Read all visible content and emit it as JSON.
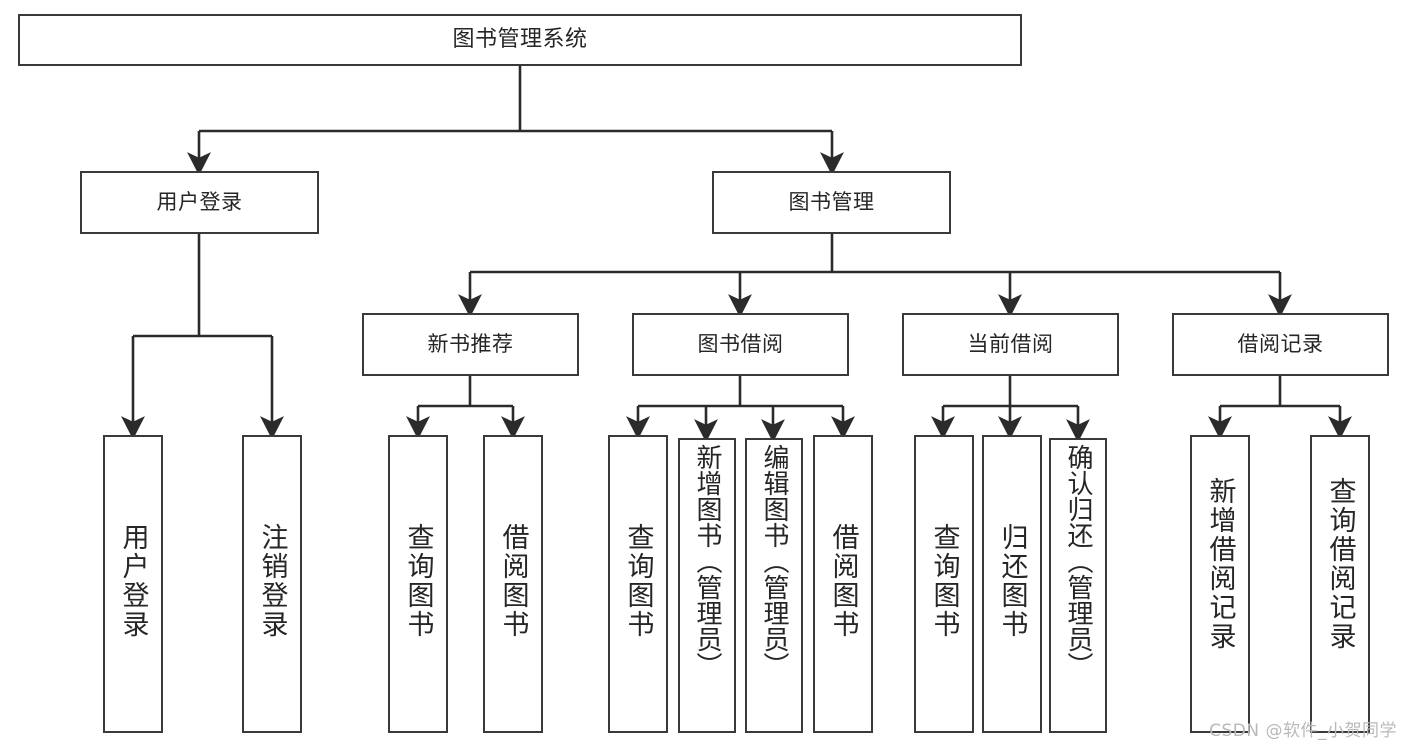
{
  "diagram": {
    "title": "图书管理系统",
    "type": "tree",
    "colors": {
      "box_border": "#3a3a3a",
      "box_fill": "#ffffff",
      "edge": "#2b2b2b",
      "text": "#262626",
      "watermark": "#b9b9b9"
    },
    "nodes": {
      "root": {
        "label": "图书管理系统"
      },
      "level2": [
        {
          "id": "user-login",
          "label": "用户登录"
        },
        {
          "id": "book-manage",
          "label": "图书管理"
        }
      ],
      "level3": [
        {
          "id": "new-book-recommend",
          "label": "新书推荐"
        },
        {
          "id": "book-borrow",
          "label": "图书借阅"
        },
        {
          "id": "current-borrow",
          "label": "当前借阅"
        },
        {
          "id": "borrow-record",
          "label": "借阅记录"
        }
      ],
      "leaves": {
        "user_login": [
          {
            "id": "leaf-user-login",
            "label": "用户登录"
          },
          {
            "id": "leaf-logout-login",
            "label": "注销登录"
          }
        ],
        "new_book_recommend": [
          {
            "id": "leaf-query-book-1",
            "label": "查询图书"
          },
          {
            "id": "leaf-borrow-book-1",
            "label": "借阅图书"
          }
        ],
        "book_borrow": [
          {
            "id": "leaf-query-book-2",
            "label": "查询图书"
          },
          {
            "id": "leaf-add-book",
            "label": "新增图书（管理员）"
          },
          {
            "id": "leaf-edit-book",
            "label": "编辑图书（管理员）"
          },
          {
            "id": "leaf-borrow-book-2",
            "label": "借阅图书"
          }
        ],
        "current_borrow": [
          {
            "id": "leaf-query-book-3",
            "label": "查询图书"
          },
          {
            "id": "leaf-return-book",
            "label": "归还图书"
          },
          {
            "id": "leaf-confirm-return",
            "label": "确认归还（管理员）"
          }
        ],
        "borrow_record": [
          {
            "id": "leaf-add-record",
            "label": "新增借阅记录"
          },
          {
            "id": "leaf-query-record",
            "label": "查询借阅记录"
          }
        ]
      }
    },
    "watermark": "CSDN @软件_小贺同学"
  }
}
